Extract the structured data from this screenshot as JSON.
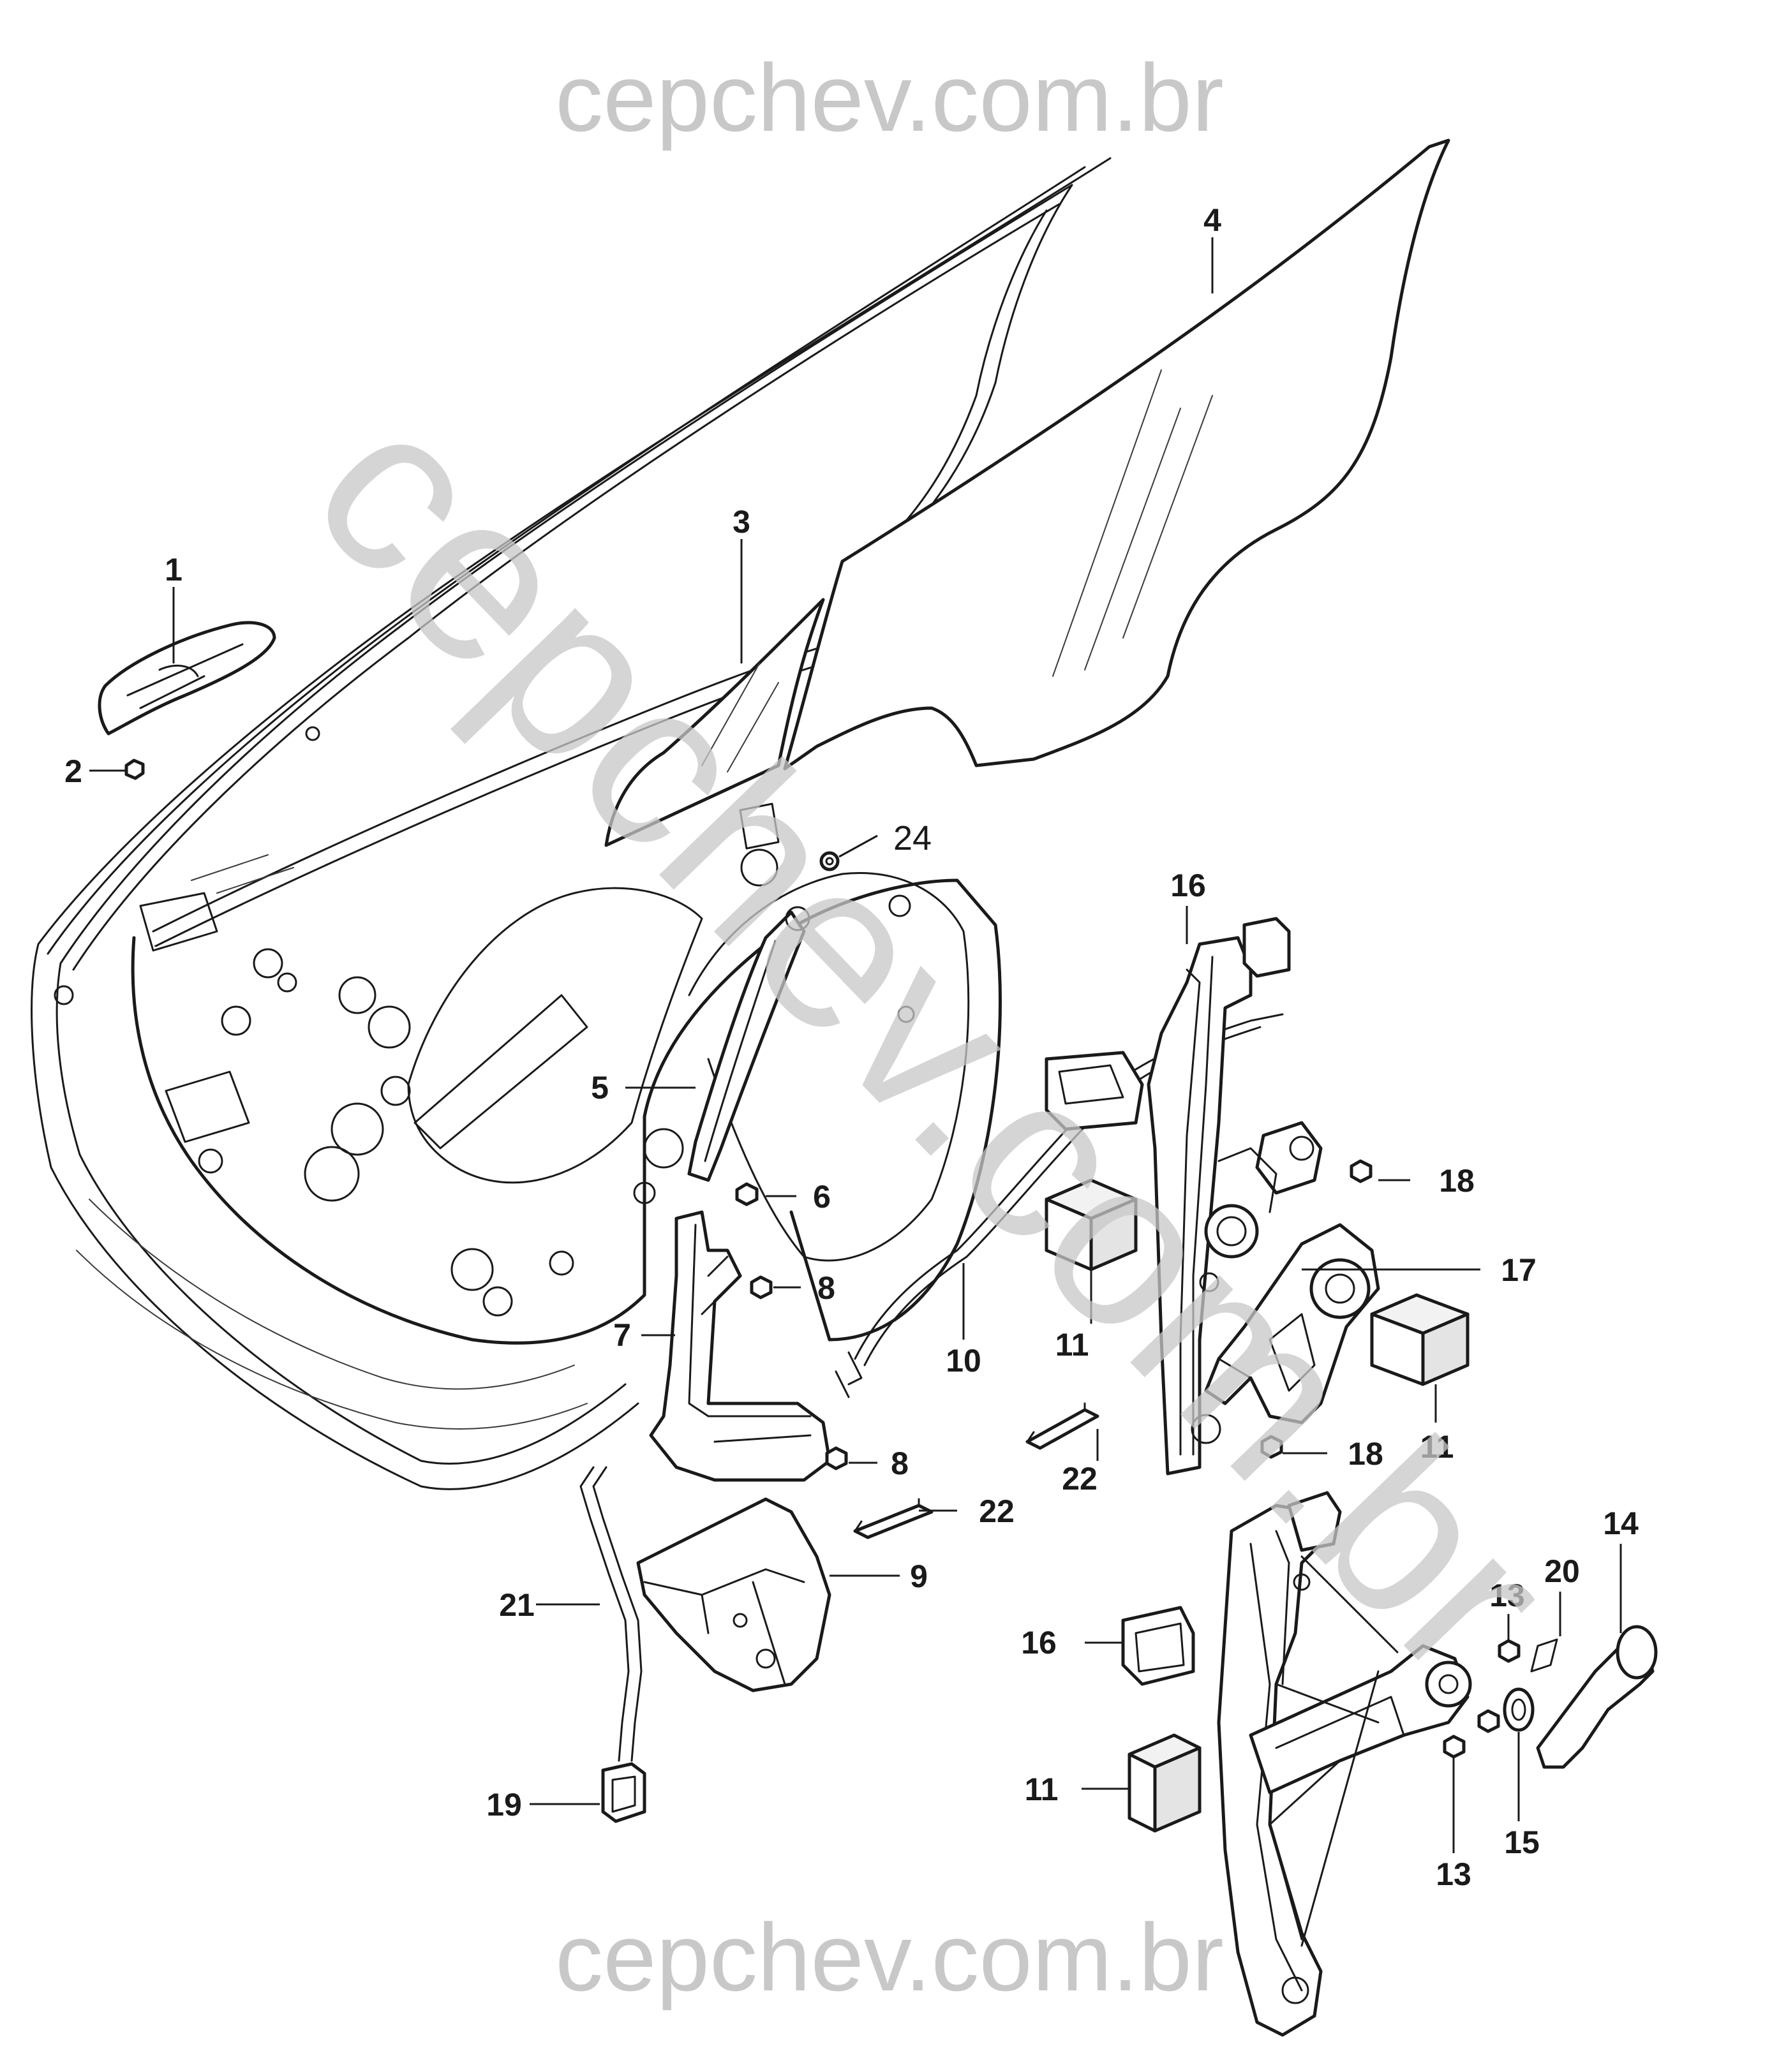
{
  "watermark": {
    "top": "cepchev.com.br",
    "diagonal": "cepchev.com.br",
    "bottom": "cepchev.com.br",
    "color": "#c8c8c8"
  },
  "diagram": {
    "type": "exploded-parts-view",
    "labels": [
      {
        "id": "l1",
        "text": "1"
      },
      {
        "id": "l2",
        "text": "2"
      },
      {
        "id": "l3",
        "text": "3"
      },
      {
        "id": "l4",
        "text": "4"
      },
      {
        "id": "l5",
        "text": "5"
      },
      {
        "id": "l6",
        "text": "6"
      },
      {
        "id": "l7",
        "text": "7"
      },
      {
        "id": "l8a",
        "text": "8"
      },
      {
        "id": "l8b",
        "text": "8"
      },
      {
        "id": "l9",
        "text": "9"
      },
      {
        "id": "l10",
        "text": "10"
      },
      {
        "id": "l11a",
        "text": "11"
      },
      {
        "id": "l11b",
        "text": "11"
      },
      {
        "id": "l11c",
        "text": "11"
      },
      {
        "id": "l13a",
        "text": "13"
      },
      {
        "id": "l13b",
        "text": "13"
      },
      {
        "id": "l14",
        "text": "14"
      },
      {
        "id": "l15",
        "text": "15"
      },
      {
        "id": "l16a",
        "text": "16"
      },
      {
        "id": "l16b",
        "text": "16"
      },
      {
        "id": "l17",
        "text": "17"
      },
      {
        "id": "l18a",
        "text": "18"
      },
      {
        "id": "l18b",
        "text": "18"
      },
      {
        "id": "l19",
        "text": "19"
      },
      {
        "id": "l20",
        "text": "20"
      },
      {
        "id": "l21",
        "text": "21"
      },
      {
        "id": "l22a",
        "text": "22"
      },
      {
        "id": "l22b",
        "text": "22"
      },
      {
        "id": "l24",
        "text": "24"
      }
    ]
  }
}
